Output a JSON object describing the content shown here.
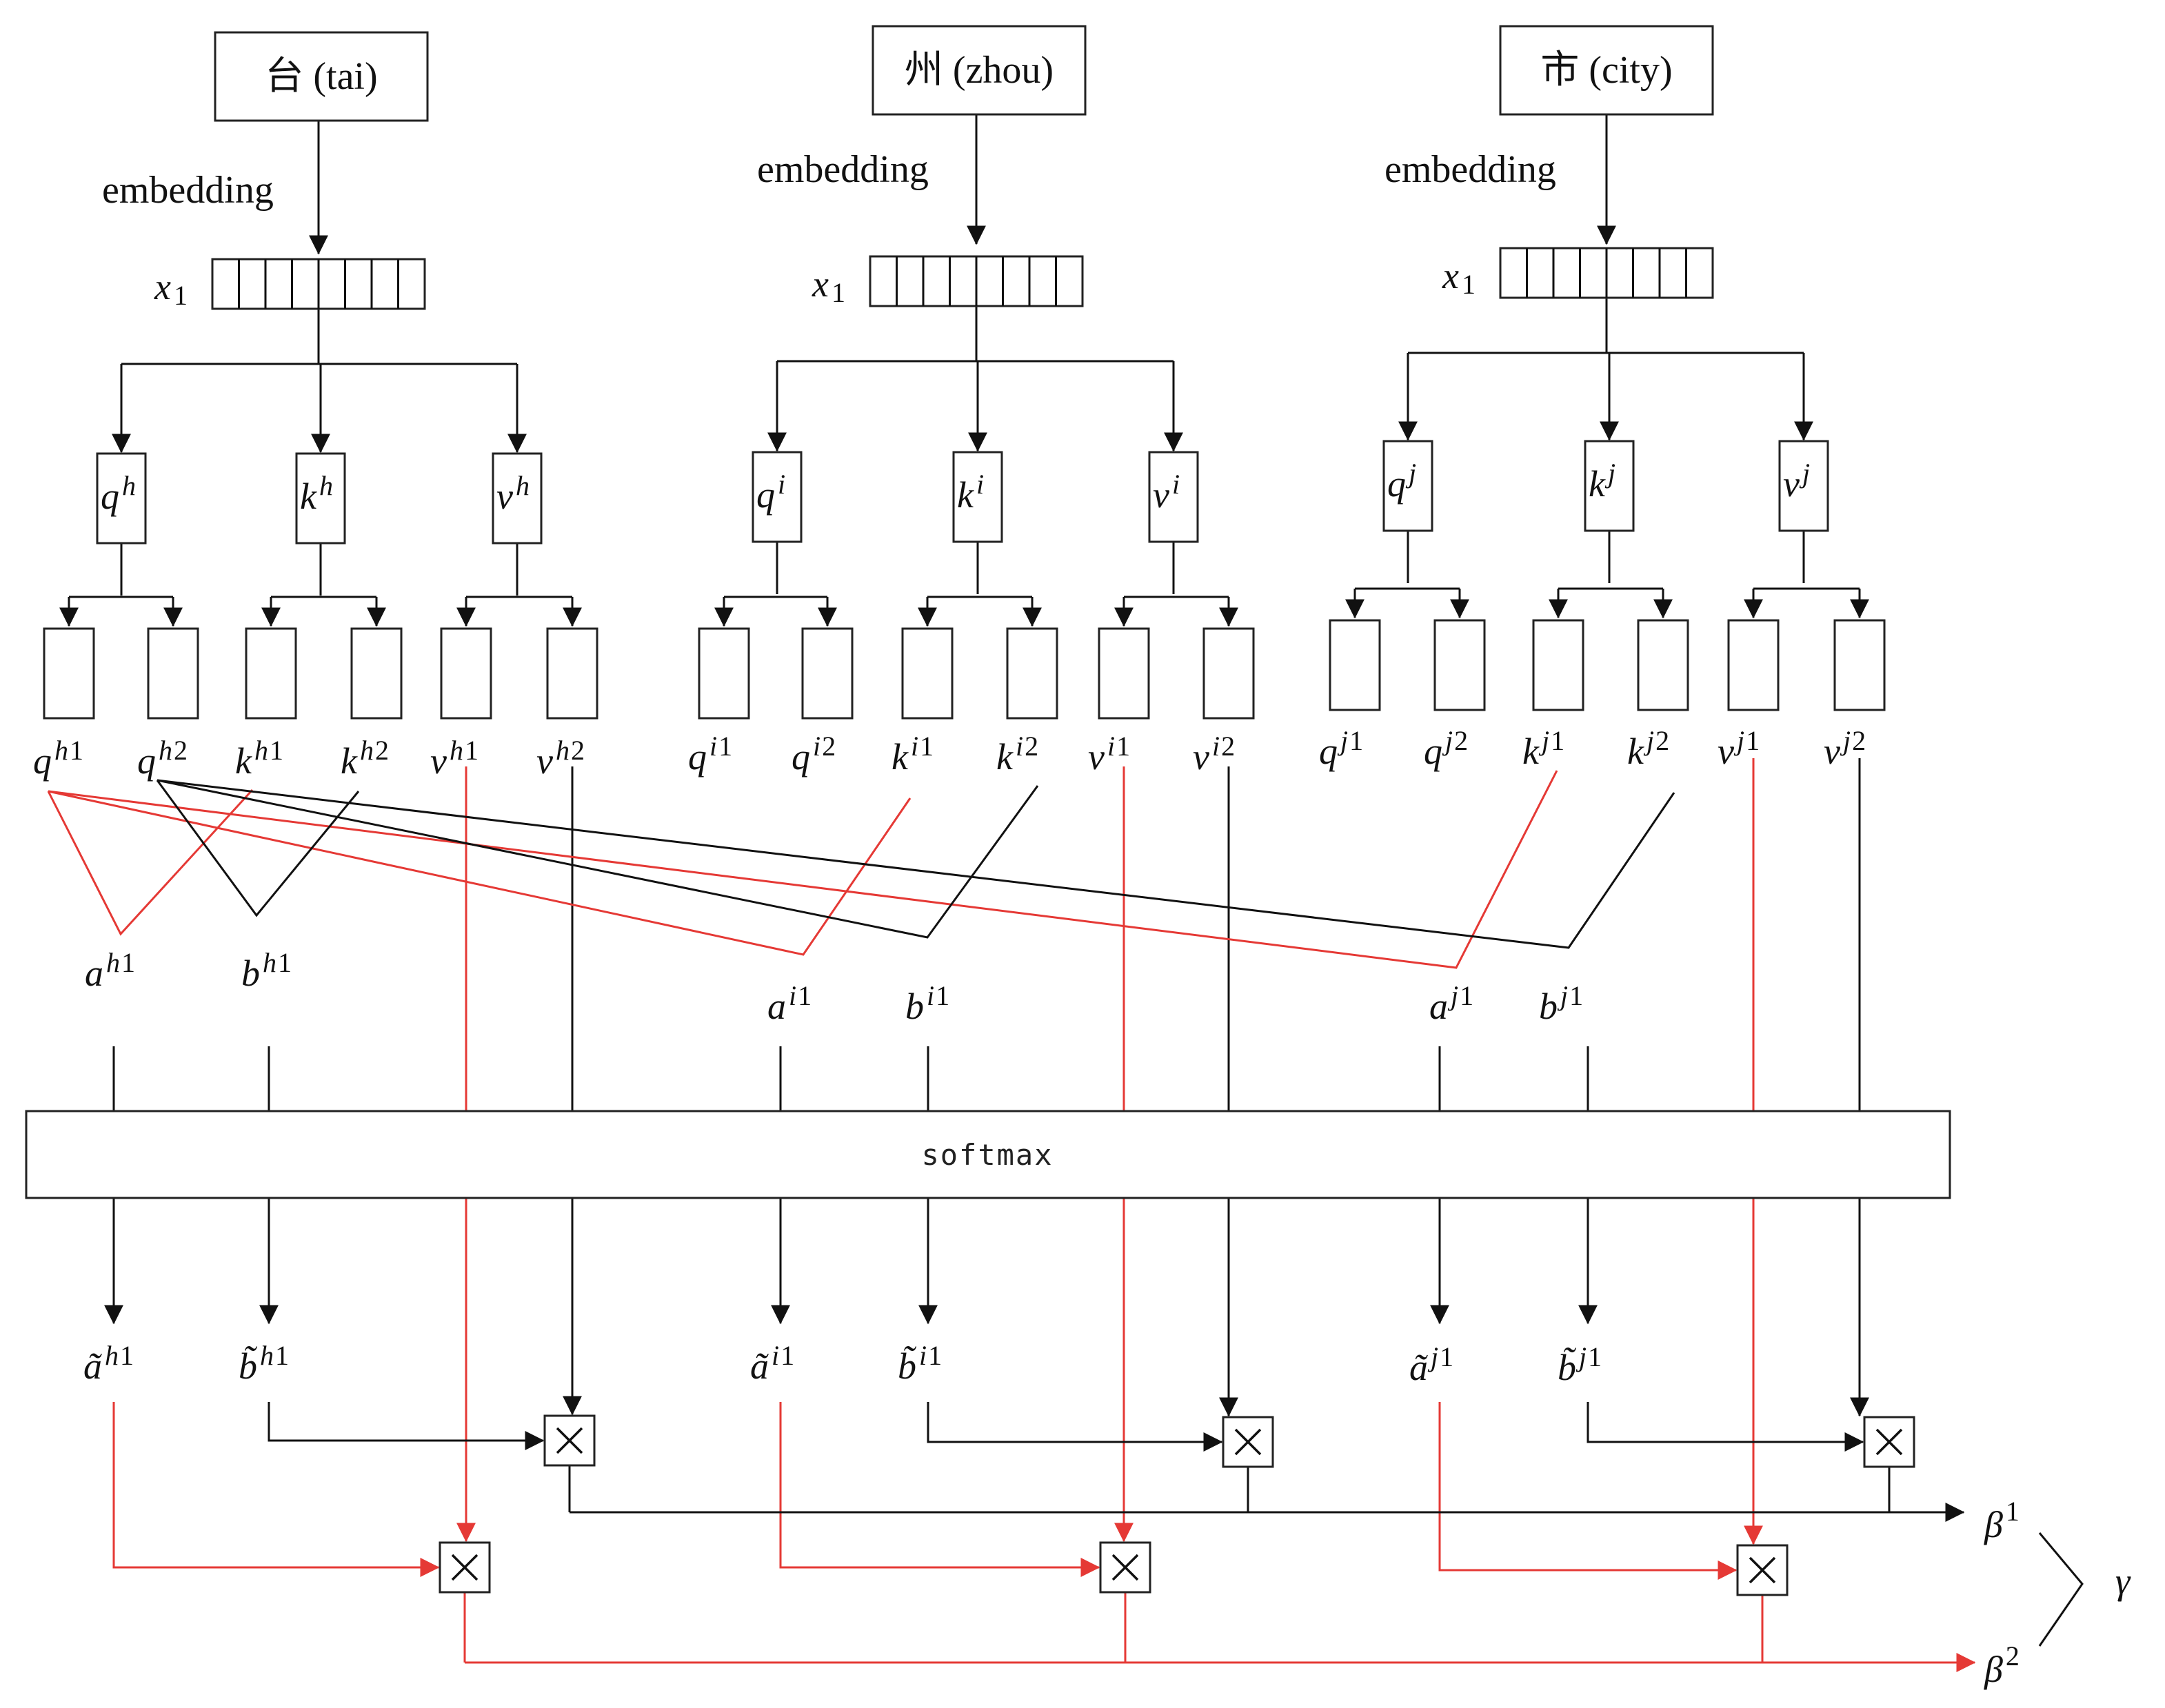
{
  "tokens": [
    {
      "word": "台 (tai)",
      "embedding_label": "embedding",
      "vector_label": "x",
      "vector_sub": "1",
      "head_sup": "h",
      "q": "q",
      "k": "k",
      "v": "v",
      "splits": [
        "1",
        "2"
      ],
      "a": "a",
      "b": "b",
      "at": "ã",
      "bt": "b̃"
    },
    {
      "word": "州 (zhou)",
      "embedding_label": "embedding",
      "vector_label": "x",
      "vector_sub": "1",
      "head_sup": "i",
      "q": "q",
      "k": "k",
      "v": "v",
      "splits": [
        "1",
        "2"
      ],
      "a": "a",
      "b": "b",
      "at": "ã",
      "bt": "b̃"
    },
    {
      "word": "市 (city)",
      "embedding_label": "embedding",
      "vector_label": "x",
      "vector_sub": "1",
      "head_sup": "j",
      "q": "q",
      "k": "k",
      "v": "v",
      "splits": [
        "1",
        "2"
      ],
      "a": "a",
      "b": "b",
      "at": "ã",
      "bt": "b̃"
    }
  ],
  "softmax_label": "softmax",
  "outputs": {
    "beta1_base": "β",
    "beta1_sup": "1",
    "beta2_base": "β",
    "beta2_sup": "2",
    "gamma": "γ"
  },
  "colors": {
    "path_a": "#e53935",
    "path_b": "#111111"
  }
}
